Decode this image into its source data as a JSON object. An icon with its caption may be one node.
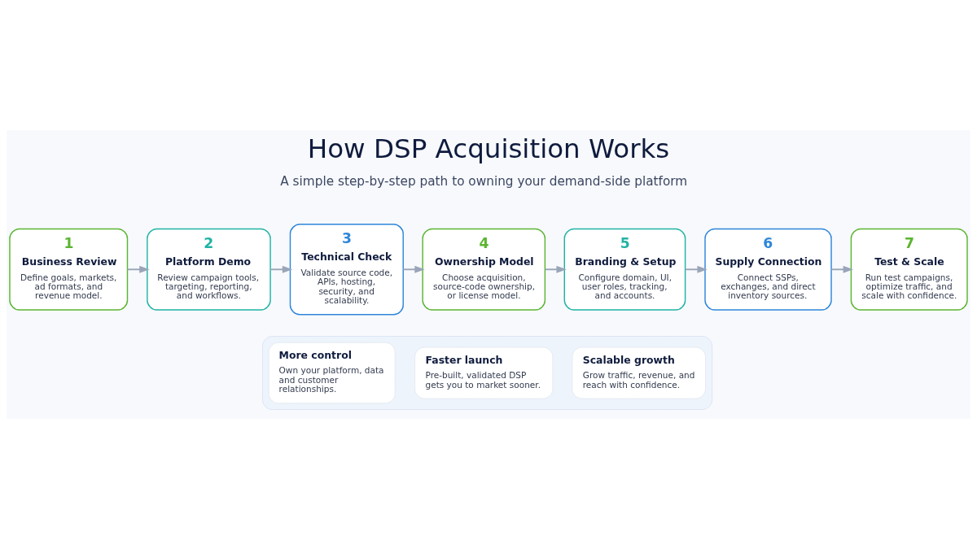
{
  "diagram": {
    "title": "How DSP Acquisition Works",
    "nodes": [
      {
        "text": [
          "1",
          "Business Review",
          "Define goals, markets, ad formats, and revenue model."
        ]
      },
      {
        "text": [
          "2",
          "Platform Demo",
          "Review campaign tools, targeting, reporting, and workflows."
        ]
      },
      {
        "text": [
          "3",
          "Technical Check",
          "Validate source code, APIs, hosting, security, and scalability."
        ]
      },
      {
        "text": [
          "4",
          "Ownership Model",
          "Choose acquisition, source-code ownership, or license model."
        ]
      },
      {
        "text": [
          "5",
          "Branding & Setup",
          "Configure domain, UI, user roles, tracking, and accounts."
        ]
      },
      {
        "text": [
          "6",
          "Supply Connection",
          "Connect SSPs, exchanges, and direct inventory sources."
        ]
      },
      {
        "text": [
          "7",
          "Test & Scale",
          "Run test campaigns, optimize traffic, and scale with confidence."
        ]
      },
      {
        "text": [],
        "shape": "box"
      },
      {
        "text": [
          "More control",
          "Own your platform, data and customer relationships."
        ],
        "in": 7
      },
      {
        "text": [
          "Faster launch",
          "Pre-built, validated DSP gets you to market sooner."
        ],
        "in": 7
      },
      {
        "text": [
          "Scalable growth",
          "Grow traffic, revenue, and reach with confidence."
        ],
        "in": 7
      }
    ],
    "edges": [
      {
        "from": 0,
        "to": 1,
        "arrow": "to"
      },
      {
        "from": 1,
        "to": 2,
        "arrow": "to"
      },
      {
        "from": 2,
        "to": 3,
        "arrow": "to"
      },
      {
        "from": 3,
        "to": 4,
        "arrow": "to"
      },
      {
        "from": 4,
        "to": 5,
        "arrow": "to"
      },
      {
        "from": 5,
        "to": 6,
        "arrow": "to"
      }
    ],
    "labels": [
      "A simple step-by-step path to owning your demand-side platform"
    ]
  }
}
